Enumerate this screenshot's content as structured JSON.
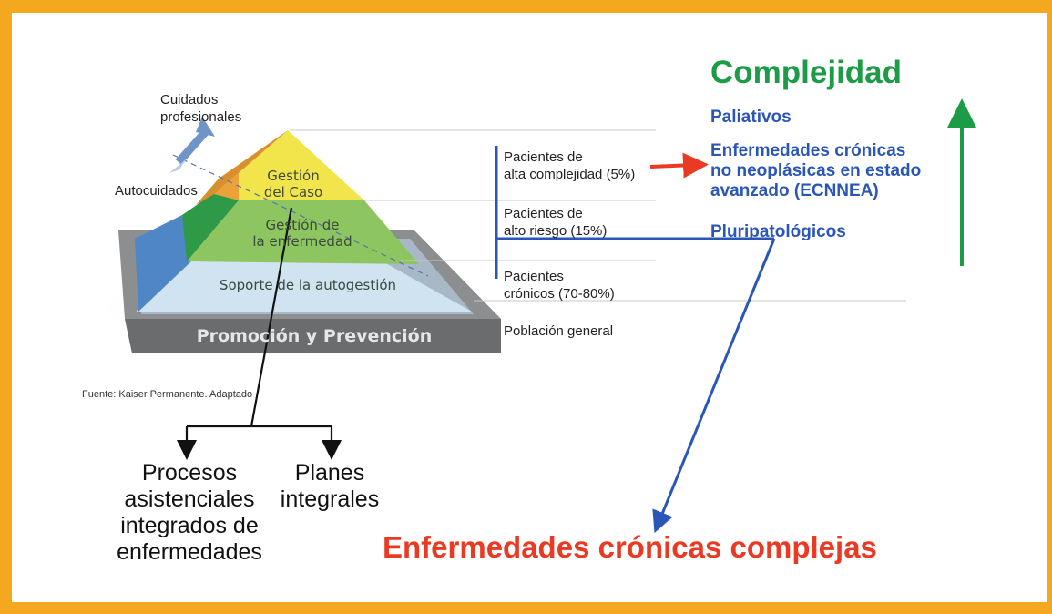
{
  "diagram": {
    "title": "Complejidad",
    "pyramid": {
      "top": "Gestión\ndel Caso",
      "middle": "Gestión de\nla enfermedad",
      "lower": "Soporte de la autogestión",
      "base": "Promoción y Prevención"
    },
    "side_labels": {
      "professional_care": "Cuidados\nprofesionales",
      "self_care": "Autocuidados"
    },
    "levels": [
      "Pacientes de\nalta complejidad (5%)",
      "Pacientes de\nalto riesgo (15%)",
      "Pacientes\ncrónicos (70-80%)",
      "Población general"
    ],
    "complexity_items": [
      "Paliativos",
      "Enfermedades crónicas\nno neoplásicas en estado\navanzado (ECNNEA)",
      "Pluripatológicos"
    ],
    "source": "Fuente: Kaiser Permanente. Adaptado",
    "outputs": [
      "Procesos\nasistenciales\nintegrados de\nenfermedades",
      "Planes\nintegrales"
    ],
    "footer_title": "Enfermedades crónicas complejas",
    "colors": {
      "border": "#f3a81f",
      "green": "#1e9b47",
      "blue": "#2a56b8",
      "red": "#ea3a24"
    }
  }
}
